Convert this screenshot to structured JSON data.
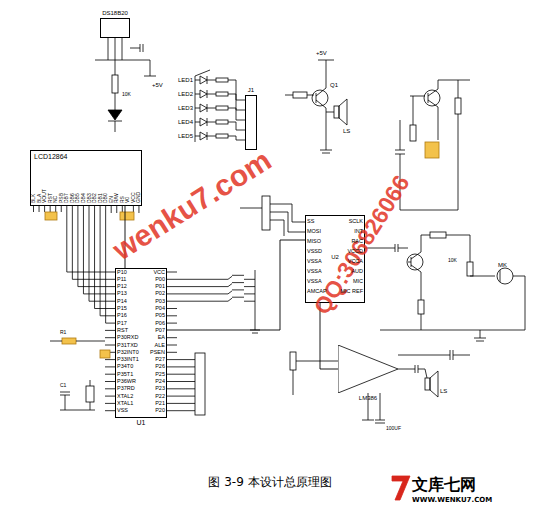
{
  "diagram": {
    "caption": "图 3-9   本设计总原理图",
    "nodes": [
      {
        "text": [
          "LCD12864"
        ]
      },
      {
        "text": [
          "U1"
        ]
      },
      {
        "text": [
          "U2"
        ]
      },
      {
        "text": [
          "LM386"
        ]
      },
      {
        "text": [
          "J1"
        ]
      },
      {
        "text": [
          "DS18B20"
        ]
      }
    ],
    "edges": [
      {
        "from": 0,
        "to": 1,
        "arrow": "none"
      },
      {
        "from": 1,
        "to": 2,
        "arrow": "none"
      },
      {
        "from": 2,
        "to": 3,
        "arrow": "none"
      }
    ],
    "labels": [
      "wenku7.com",
      "QQ:306826066",
      "文库七网",
      "WWW.WENKU7.COM",
      "BLK",
      "BLA",
      "VOUT",
      "RST",
      "NC",
      "PSB",
      "DB7",
      "DB6",
      "DB5",
      "DB4",
      "DB3",
      "DB2",
      "DB1",
      "DB0",
      "EN",
      "R/W",
      "RS",
      "V0",
      "VCC",
      "GND",
      "P10",
      "P11",
      "P12",
      "P13",
      "P14",
      "P15",
      "P16",
      "P17",
      "RST",
      "P30RXD",
      "P31TXD",
      "P32INT0",
      "P33INT1",
      "P34T0",
      "P35T1",
      "P36WR",
      "P37RD",
      "XTAL2",
      "XTAL1",
      "VSS",
      "VCC",
      "P00",
      "P01",
      "P02",
      "P03",
      "P04",
      "P05",
      "P06",
      "P07",
      "EA",
      "ALE",
      "PSEN",
      "P27",
      "P26",
      "P25",
      "P24",
      "P23",
      "P22",
      "P21",
      "P20",
      "SS",
      "MOSI",
      "MISO",
      "VSSD",
      "VSSA",
      "VSSA",
      "VSSA",
      "AMCAP",
      "SCLK",
      "INT",
      "RAC",
      "VCCD",
      "VCCA",
      "AUD",
      "MIC",
      "MIC REF",
      "LED1",
      "LED2",
      "LED3",
      "LED4",
      "LED5",
      "Q1",
      "LS",
      "LS",
      "MK",
      "10K",
      "+5V",
      "+5V",
      "10K",
      "100UF",
      "C1",
      "R1"
    ]
  }
}
